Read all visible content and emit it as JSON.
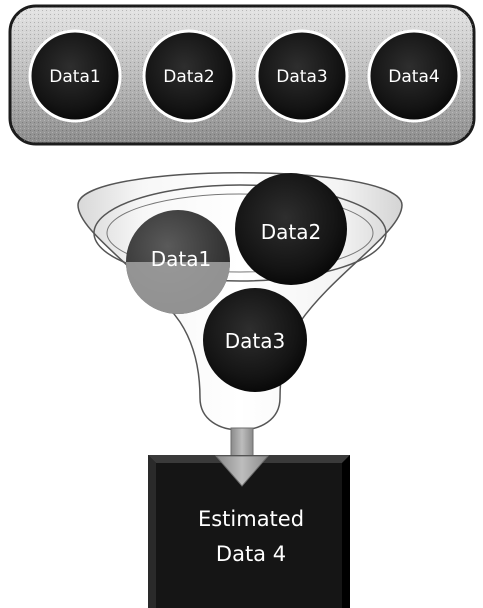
{
  "top_row": {
    "items": [
      {
        "label": "Data1"
      },
      {
        "label": "Data2"
      },
      {
        "label": "Data3"
      },
      {
        "label": "Data4"
      }
    ]
  },
  "funnel": {
    "items": [
      {
        "label": "Data1"
      },
      {
        "label": "Data2"
      },
      {
        "label": "Data3"
      }
    ]
  },
  "result": {
    "line1": "Estimated",
    "line2": "Data 4"
  }
}
